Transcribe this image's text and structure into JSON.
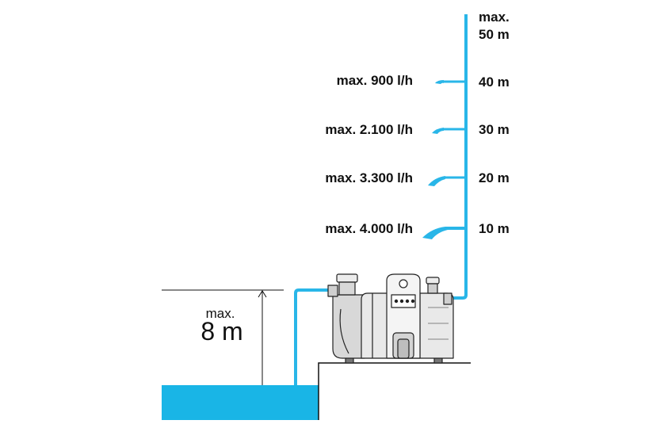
{
  "colors": {
    "water": "#19b5e6",
    "pipe": "#29b6e8",
    "ink": "#111111",
    "pump_body": "#e9e9e9",
    "pump_stroke": "#222222"
  },
  "discharge": {
    "top_label_line1": "max.",
    "top_label_line2": "50 m",
    "levels": [
      {
        "height_label": "40 m",
        "flow_label": "max. 900 l/h"
      },
      {
        "height_label": "30 m",
        "flow_label": "max. 2.100 l/h"
      },
      {
        "height_label": "20 m",
        "flow_label": "max. 3.300 l/h"
      },
      {
        "height_label": "10 m",
        "flow_label": "max. 4.000 l/h"
      }
    ]
  },
  "suction": {
    "label_line1": "max.",
    "label_line2": "8 m"
  },
  "pump": {
    "icon": "garden-pump-icon"
  }
}
